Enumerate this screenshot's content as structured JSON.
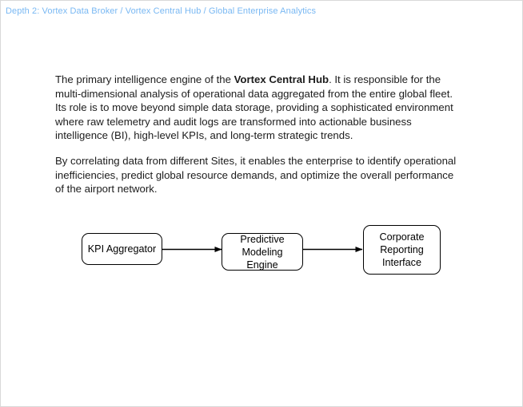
{
  "page": {
    "border_color": "#d9d9d9",
    "background": "#ffffff"
  },
  "breadcrumb": {
    "text": "Depth 2: Vortex Data Broker / Vortex Central Hub / Global Enterprise Analytics",
    "color": "#79b8f3"
  },
  "body": {
    "paragraph_1_before_bold": "The primary intelligence engine of the ",
    "paragraph_1_bold": "Vortex Central Hub",
    "paragraph_1_after_bold": ". It is responsible for the multi-dimensional analysis of operational data aggregated from the entire global fleet. Its role is to move beyond simple data storage, providing a sophisticated environment where raw telemetry and audit logs are transformed into actionable business intelligence (BI), high-level KPIs, and long-term strategic trends.",
    "paragraph_2": "By correlating data from different Sites, it enables the enterprise to identify operational inefficiencies, predict global resource demands, and optimize the overall performance of the airport network."
  },
  "diagram": {
    "type": "flowchart",
    "orientation": "left-to-right",
    "stroke_color": "#000000",
    "nodes": [
      {
        "id": "kpi-aggregator",
        "label": "KPI Aggregator"
      },
      {
        "id": "predictive-modeling-engine",
        "label": "Predictive Modeling Engine"
      },
      {
        "id": "corporate-reporting-interface",
        "label": "Corporate Reporting Interface"
      }
    ],
    "edges": [
      {
        "from": "kpi-aggregator",
        "to": "predictive-modeling-engine"
      },
      {
        "from": "predictive-modeling-engine",
        "to": "corporate-reporting-interface"
      }
    ]
  }
}
